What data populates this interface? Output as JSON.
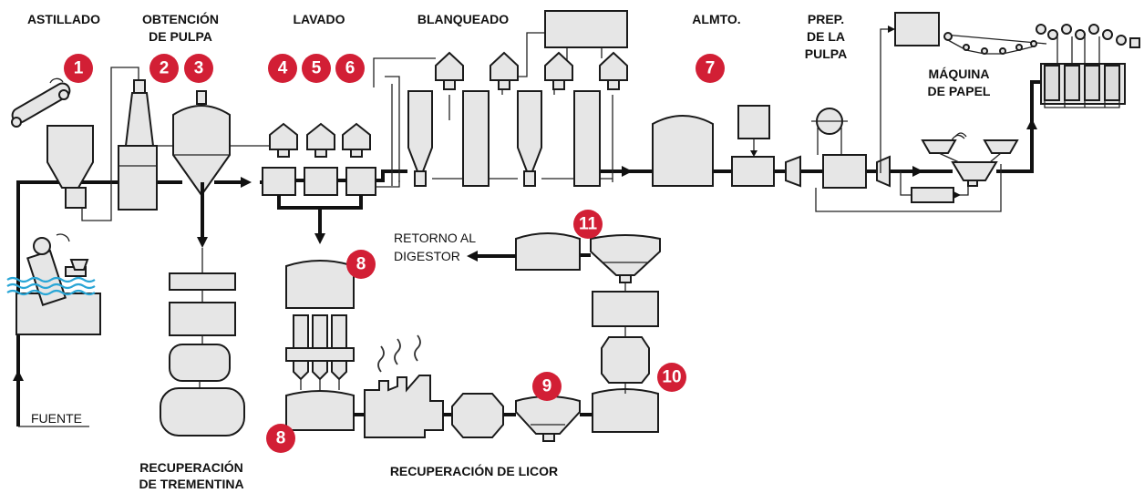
{
  "stages": {
    "astillado": "ASTILLADO",
    "obtencion_1": "OBTENCIÓN",
    "obtencion_2": "DE PULPA",
    "lavado": "LAVADO",
    "blanqueado": "BLANQUEADO",
    "almto": "ALMTO.",
    "prep_1": "PREP.",
    "prep_2": "DE LA",
    "prep_3": "PULPA",
    "maquina_1": "MÁQUINA",
    "maquina_2": "DE PAPEL",
    "trementina_1": "RECUPERACIÓN",
    "trementina_2": "DE TREMENTINA",
    "licor": "RECUPERACIÓN DE LICOR"
  },
  "labels": {
    "retorno_1": "RETORNO AL",
    "retorno_2": "DIGESTOR",
    "fuente": "FUENTE"
  },
  "badges": {
    "b1": "1",
    "b2": "2",
    "b3": "3",
    "b4": "4",
    "b5": "5",
    "b6": "6",
    "b7": "7",
    "b8a": "8",
    "b8b": "8",
    "b9": "9",
    "b10": "10",
    "b11": "11"
  },
  "colors": {
    "badge": "#d21f35",
    "equipment_fill": "#e6e6e6",
    "pipe": "#111111",
    "water": "#2aa6d6"
  }
}
